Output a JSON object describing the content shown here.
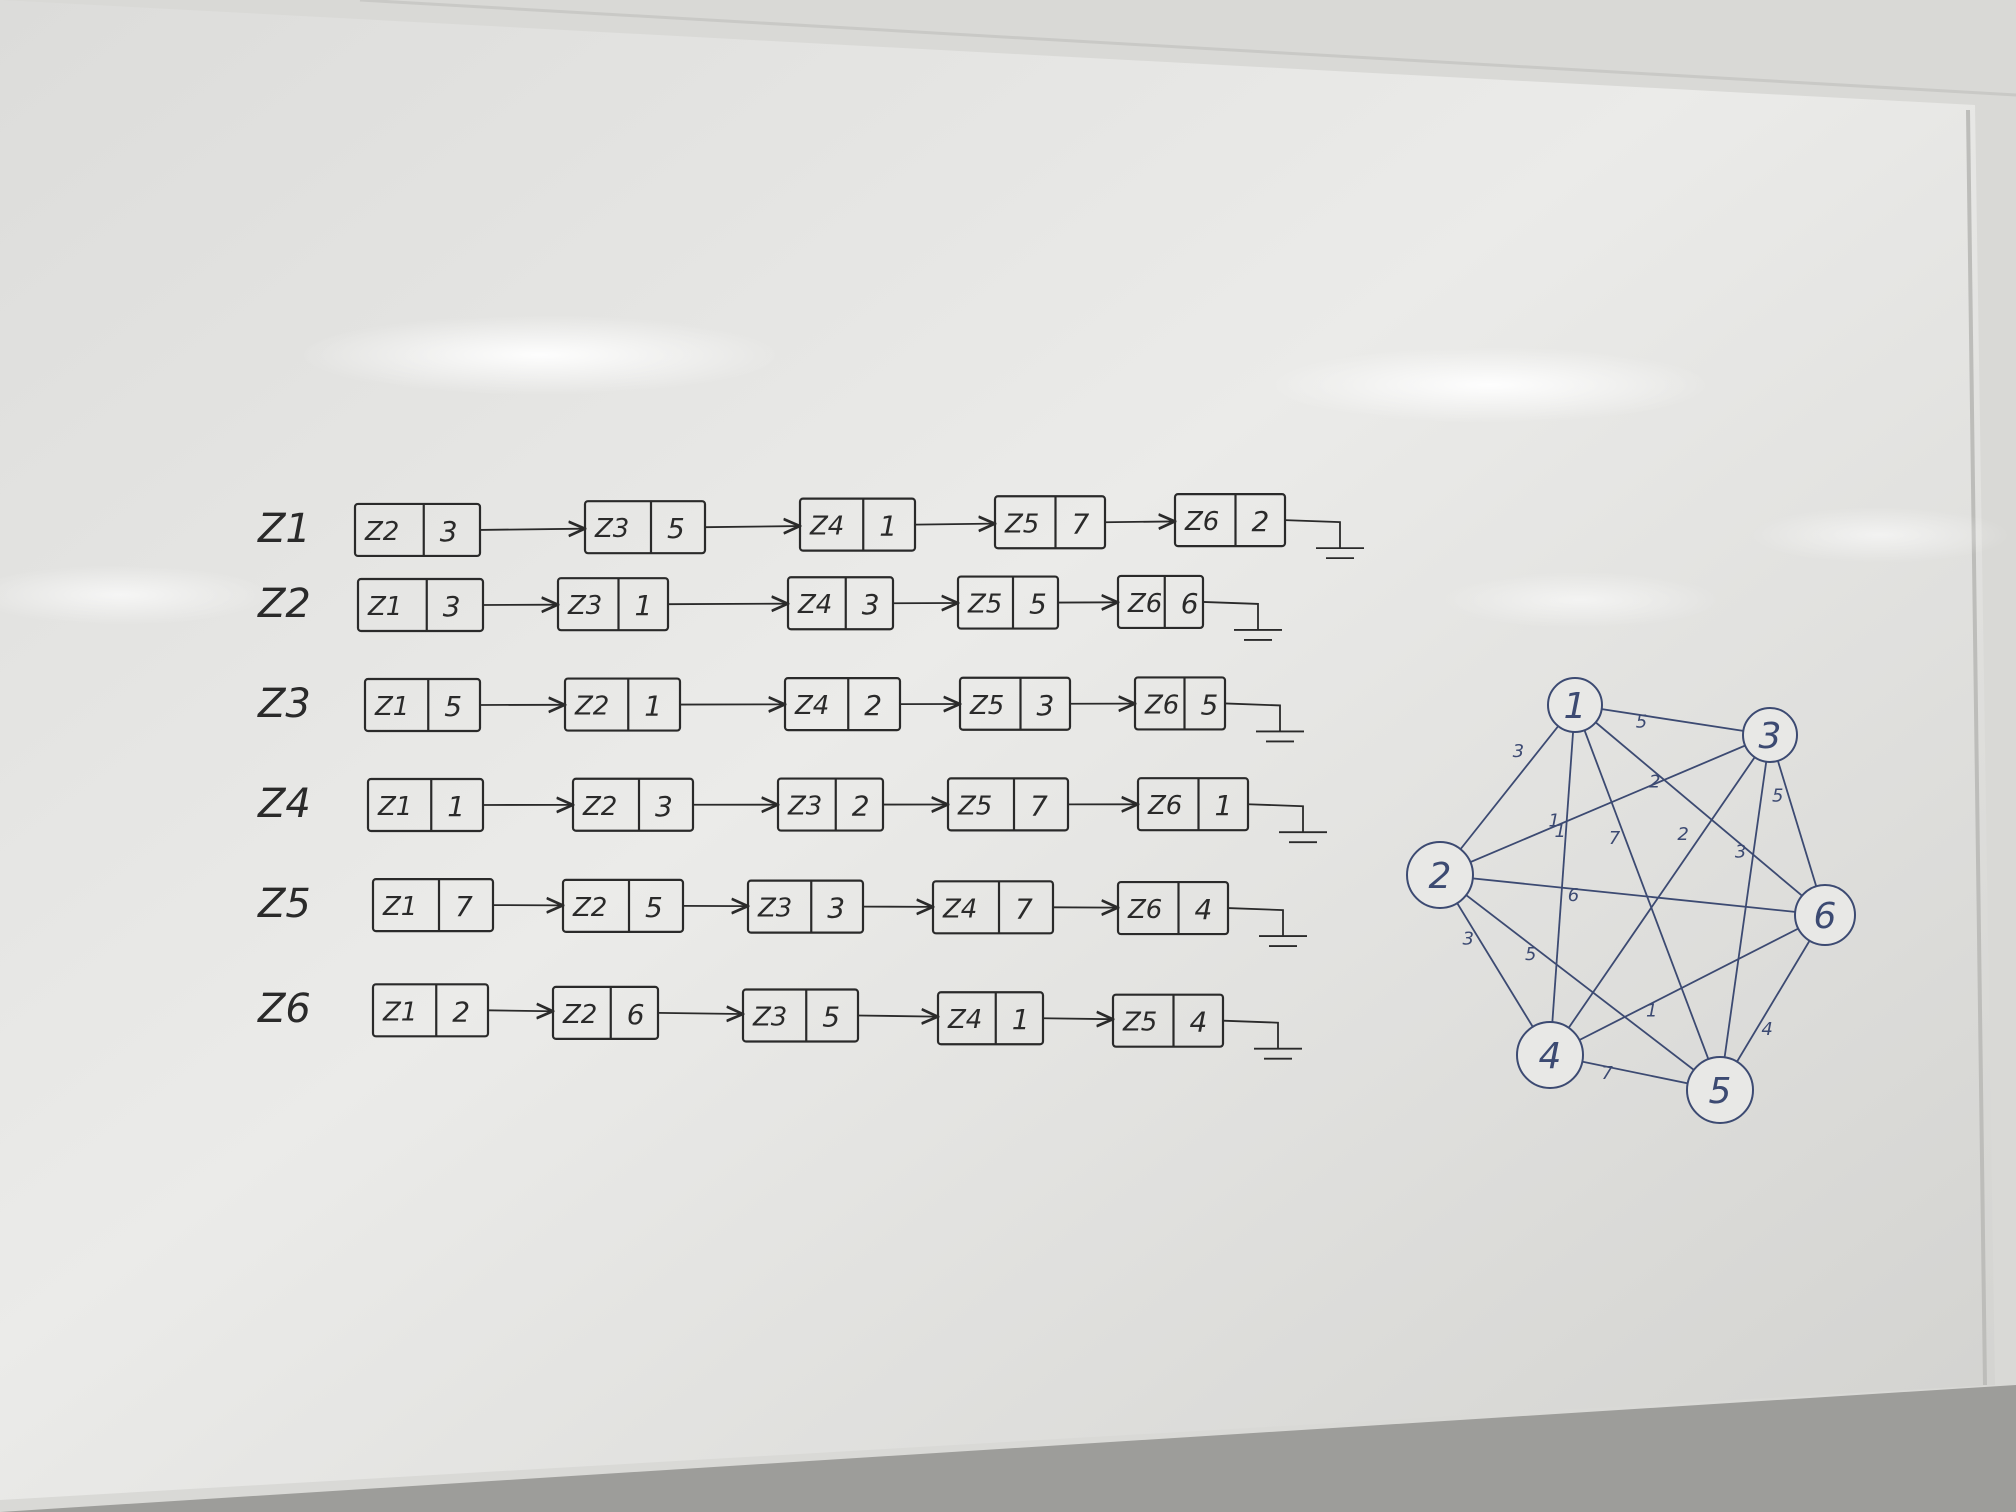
{
  "image_kind": "photo of a whiteboard with handwritten adjacency lists and a weighted graph",
  "adjacency_lists": [
    {
      "head": "Z1",
      "nodes": [
        {
          "name": "Z2",
          "weight": "3"
        },
        {
          "name": "Z3",
          "weight": "5"
        },
        {
          "name": "Z4",
          "weight": "1"
        },
        {
          "name": "Z5",
          "weight": "7"
        },
        {
          "name": "Z6",
          "weight": "2"
        }
      ]
    },
    {
      "head": "Z2",
      "nodes": [
        {
          "name": "Z1",
          "weight": "3"
        },
        {
          "name": "Z3",
          "weight": "1"
        },
        {
          "name": "Z4",
          "weight": "3"
        },
        {
          "name": "Z5",
          "weight": "5"
        },
        {
          "name": "Z6",
          "weight": "6"
        }
      ]
    },
    {
      "head": "Z3",
      "nodes": [
        {
          "name": "Z1",
          "weight": "5"
        },
        {
          "name": "Z2",
          "weight": "1"
        },
        {
          "name": "Z4",
          "weight": "2"
        },
        {
          "name": "Z5",
          "weight": "3"
        },
        {
          "name": "Z6",
          "weight": "5"
        }
      ]
    },
    {
      "head": "Z4",
      "nodes": [
        {
          "name": "Z1",
          "weight": "1"
        },
        {
          "name": "Z2",
          "weight": "3"
        },
        {
          "name": "Z3",
          "weight": "2"
        },
        {
          "name": "Z5",
          "weight": "7"
        },
        {
          "name": "Z6",
          "weight": "1"
        }
      ]
    },
    {
      "head": "Z5",
      "nodes": [
        {
          "name": "Z1",
          "weight": "7"
        },
        {
          "name": "Z2",
          "weight": "5"
        },
        {
          "name": "Z3",
          "weight": "3"
        },
        {
          "name": "Z4",
          "weight": "7"
        },
        {
          "name": "Z6",
          "weight": "4"
        }
      ]
    },
    {
      "head": "Z6",
      "nodes": [
        {
          "name": "Z1",
          "weight": "2"
        },
        {
          "name": "Z2",
          "weight": "6"
        },
        {
          "name": "Z3",
          "weight": "5"
        },
        {
          "name": "Z4",
          "weight": "1"
        },
        {
          "name": "Z5",
          "weight": "4"
        }
      ]
    }
  ],
  "graph": {
    "nodes": [
      "1",
      "2",
      "3",
      "4",
      "5",
      "6"
    ],
    "edges": [
      {
        "from": "1",
        "to": "3",
        "weight": "5"
      },
      {
        "from": "1",
        "to": "2",
        "weight": "3"
      },
      {
        "from": "1",
        "to": "4",
        "weight": "1"
      },
      {
        "from": "1",
        "to": "5",
        "weight": "7"
      },
      {
        "from": "1",
        "to": "6",
        "weight": "2"
      },
      {
        "from": "2",
        "to": "3",
        "weight": "1"
      },
      {
        "from": "2",
        "to": "6",
        "weight": "6"
      },
      {
        "from": "2",
        "to": "4",
        "weight": "3"
      },
      {
        "from": "2",
        "to": "5",
        "weight": "5"
      },
      {
        "from": "3",
        "to": "6",
        "weight": "5"
      },
      {
        "from": "3",
        "to": "4",
        "weight": "2"
      },
      {
        "from": "3",
        "to": "5",
        "weight": "3"
      },
      {
        "from": "4",
        "to": "6",
        "weight": "1"
      },
      {
        "from": "4",
        "to": "5",
        "weight": "7"
      },
      {
        "from": "5",
        "to": "6",
        "weight": "4"
      }
    ]
  },
  "colors": {
    "board": "#e6e6e4",
    "ink_black": "#2a2a2a",
    "ink_blue": "#3c4a72",
    "frame": "#d9d9d6",
    "wall": "#9d9d9a"
  }
}
